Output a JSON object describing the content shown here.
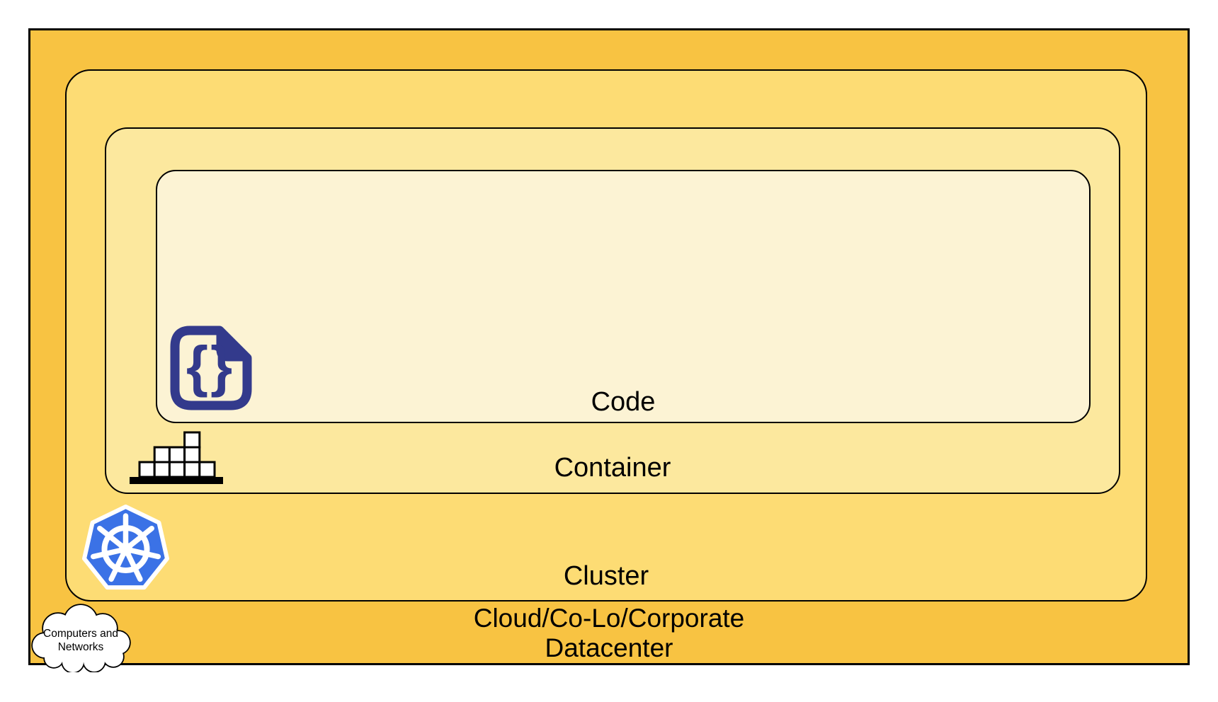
{
  "diagram": {
    "type": "nested-layers",
    "layers": {
      "code": {
        "label": "Code",
        "fill": "#FCF3D4"
      },
      "container": {
        "label": "Container",
        "fill": "#FCE89E"
      },
      "cluster": {
        "label": "Cluster",
        "fill": "#FDDC74"
      },
      "datacenter": {
        "label_line1": "Cloud/Co-Lo/Corporate",
        "label_line2": "Datacenter",
        "fill": "#F8C342"
      }
    },
    "cloud_bubble": {
      "line1": "Computers and",
      "line2": "Networks"
    },
    "icons": {
      "code_file": {
        "name": "code-file-icon",
        "glyph": "{}",
        "color": "#333A8C"
      },
      "container_stack": {
        "name": "container-stack-icon",
        "color": "#000000"
      },
      "kubernetes": {
        "name": "kubernetes-icon",
        "color": "#3B72E6"
      },
      "cloud": {
        "name": "cloud-computers-icon",
        "color": "#FFFFFF"
      }
    },
    "border_color": "#000000"
  }
}
